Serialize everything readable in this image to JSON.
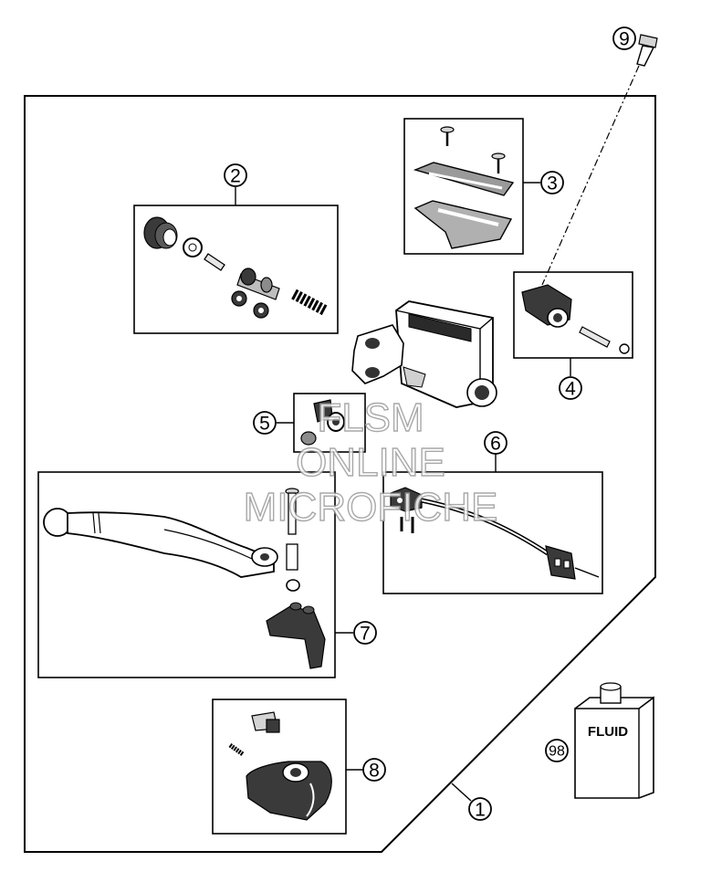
{
  "callouts": [
    {
      "id": "part-1",
      "label": "1"
    },
    {
      "id": "part-2",
      "label": "2"
    },
    {
      "id": "part-3",
      "label": "3"
    },
    {
      "id": "part-4",
      "label": "4"
    },
    {
      "id": "part-5",
      "label": "5"
    },
    {
      "id": "part-6",
      "label": "6"
    },
    {
      "id": "part-7",
      "label": "7"
    },
    {
      "id": "part-8",
      "label": "8"
    },
    {
      "id": "part-9",
      "label": "9"
    },
    {
      "id": "part-98",
      "label": "98"
    }
  ],
  "fluid_bottle_label": "FLUID",
  "watermark": {
    "line1": "FLSM",
    "line2": "ONLINE",
    "line3": "MICROFICHE"
  }
}
